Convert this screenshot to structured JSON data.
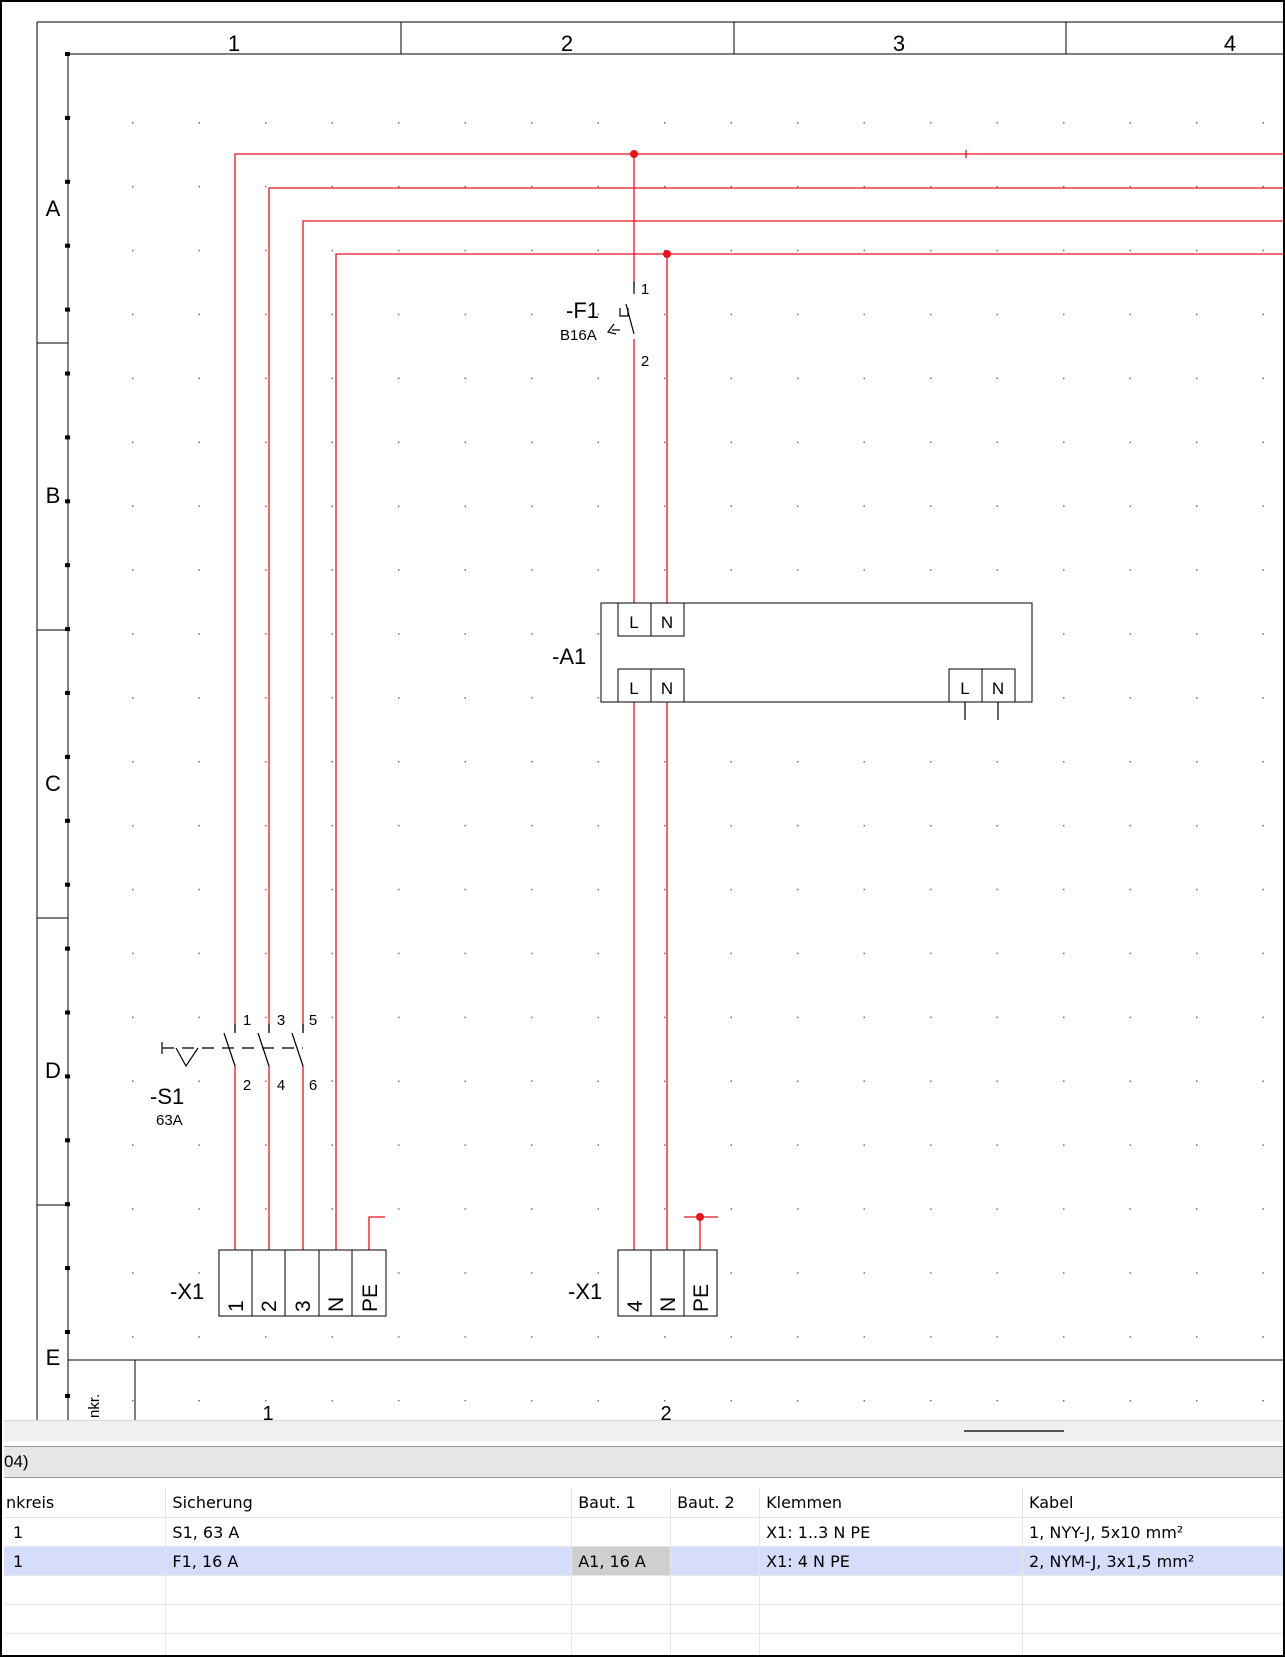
{
  "sheet": {
    "column_numbers": [
      "1",
      "2",
      "3",
      "4"
    ],
    "row_letters": [
      "A",
      "B",
      "C",
      "D",
      "E"
    ],
    "footer_label_partial": "nkr.",
    "footer_numbers": [
      "1",
      "2"
    ]
  },
  "components": {
    "fuse_f1": {
      "tag": "-F1",
      "rating": "B16A",
      "pin_top": "1",
      "pin_bottom": "2"
    },
    "device_a1": {
      "tag": "-A1",
      "top_pins": [
        "L",
        "N"
      ],
      "bottom_left_pins": [
        "L",
        "N"
      ],
      "bottom_right_pins": [
        "L",
        "N"
      ]
    },
    "switch_s1": {
      "tag": "-S1",
      "rating": "63A",
      "pins_top": [
        "1",
        "3",
        "5"
      ],
      "pins_bottom": [
        "2",
        "4",
        "6"
      ]
    },
    "terminal_x1_left": {
      "tag": "-X1",
      "terminals": [
        "1",
        "2",
        "3",
        "N",
        "PE"
      ]
    },
    "terminal_x1_right": {
      "tag": "-X1",
      "terminals": [
        "4",
        "N",
        "PE"
      ]
    }
  },
  "colors": {
    "wire": "#e8141b",
    "grid_dot": "#707070",
    "frame": "#000000",
    "selected_row": "#d6ddfb",
    "focused_cell": "#cfcfcf"
  },
  "panel": {
    "title_partial": "04)"
  },
  "table": {
    "columns": [
      "nkreis",
      "Sicherung",
      "Baut. 1",
      "Baut. 2",
      "Klemmen",
      "Kabel"
    ],
    "rows": [
      [
        "1",
        "S1, 63 A",
        "",
        "",
        "X1: 1..3 N PE",
        "1, NYY-J, 5x10 mm²"
      ],
      [
        "1",
        "F1, 16 A",
        "A1, 16 A",
        "",
        "X1: 4 N PE",
        "2, NYM-J, 3x1,5 mm²"
      ],
      [
        "",
        "",
        "",
        "",
        "",
        ""
      ],
      [
        "",
        "",
        "",
        "",
        "",
        ""
      ],
      [
        "",
        "",
        "",
        "",
        "",
        ""
      ]
    ],
    "selected_row": 1
  }
}
